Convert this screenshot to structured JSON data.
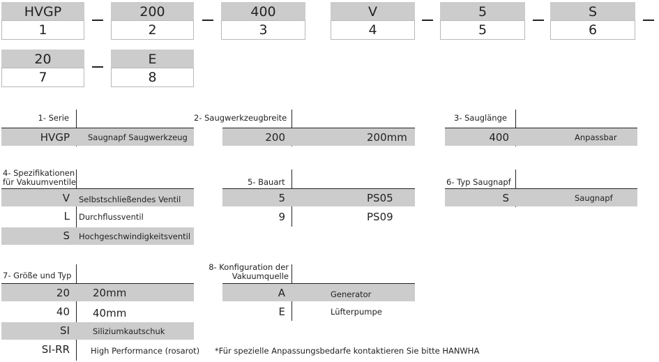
{
  "code_boxes": [
    {
      "code": "HVGP",
      "index": "1"
    },
    {
      "code": "200",
      "index": "2"
    },
    {
      "code": "400",
      "index": "3"
    },
    {
      "code": "V",
      "index": "4"
    },
    {
      "code": "5",
      "index": "5"
    },
    {
      "code": "S",
      "index": "6"
    },
    {
      "code": "20",
      "index": "7"
    },
    {
      "code": "E",
      "index": "8"
    }
  ],
  "tables": {
    "serie": {
      "title": "1- Serie",
      "rows": [
        {
          "code": "HVGP",
          "desc": "Saugnapf Saugwerkzeug"
        }
      ]
    },
    "breite": {
      "title": "2- Saugwerkzeugbreite",
      "rows": [
        {
          "code": "200",
          "desc": "200mm"
        }
      ]
    },
    "laenge": {
      "title": "3- Sauglänge",
      "rows": [
        {
          "code": "400",
          "desc": "Anpassbar"
        }
      ]
    },
    "spez": {
      "title_line1": "4- Spezifikationen",
      "title_line2": "für Vakuumventile",
      "rows": [
        {
          "code": "V",
          "desc": "Selbstschließendes Ventil"
        },
        {
          "code": "L",
          "desc": "Durchflussventil"
        },
        {
          "code": "S",
          "desc": "Hochgeschwindigkeitsventil"
        }
      ]
    },
    "bauart": {
      "title": "5- Bauart",
      "rows": [
        {
          "code": "5",
          "desc": "PS05"
        },
        {
          "code": "9",
          "desc": "PS09"
        }
      ]
    },
    "typ": {
      "title": "6- Typ Saugnapf",
      "rows": [
        {
          "code": "S",
          "desc": "Saugnapf"
        }
      ]
    },
    "groesse": {
      "title": "7- Größe und Typ",
      "rows": [
        {
          "code": "20",
          "desc": "20mm"
        },
        {
          "code": "40",
          "desc": "40mm"
        },
        {
          "code": "SI",
          "desc": "Siliziumkautschuk"
        },
        {
          "code": "SI-RR",
          "desc": "High Performance (rosarot)"
        }
      ]
    },
    "konfig": {
      "title_line1": "8- Konfiguration der",
      "title_line2": "Vakuumquelle",
      "rows": [
        {
          "code": "A",
          "desc": "Generator"
        },
        {
          "code": "E",
          "desc": "Lüfterpumpe"
        }
      ]
    }
  },
  "footnote": "*Für spezielle Anpassungsbedarfe kontaktieren Sie bitte HANWHA",
  "colors": {
    "band": "#cccccc",
    "text": "#222222",
    "border": "#b8b8b8"
  }
}
